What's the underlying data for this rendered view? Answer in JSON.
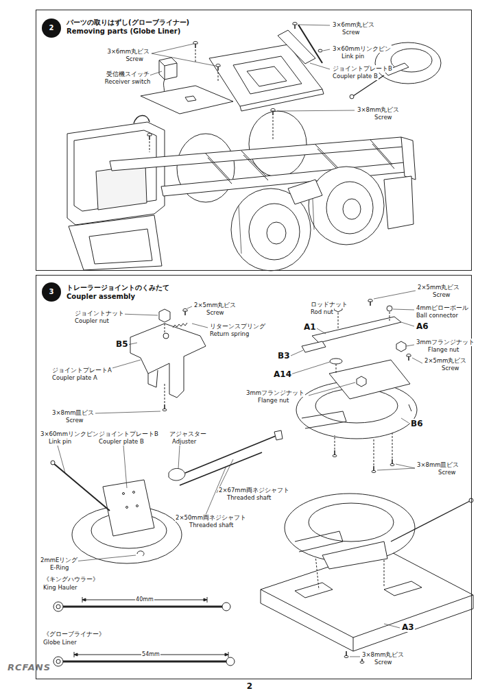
{
  "diagram": {
    "nodes": [
      {
        "text": [
          "パーツの取りはずし(グローブライナー)",
          "Removing parts (Globe Liner)"
        ]
      },
      {
        "text": [
          "2"
        ],
        "in": 0
      },
      {
        "text": [
          "トレーラージョイントのくみたて",
          "Coupler assembly"
        ]
      },
      {
        "text": [
          "3"
        ],
        "in": 2
      }
    ],
    "labels": [
      "3×6mm丸ビス",
      "Screw",
      "3×60mmリンクピン",
      "Link pin",
      "ジョイントプレートB",
      "Coupler plate B",
      "3×6mm丸ビス",
      "Screw",
      "受信機スイッチ",
      "Receiver switch",
      "3×8mm丸ビス",
      "Screw",
      "ジョイントナット",
      "Coupler nut",
      "2×5mm丸ビス",
      "Screw",
      "リターンスプリング",
      "Return spring",
      "B5",
      "ジョイントプレートA",
      "Coupler plate A",
      "3×8mm皿ビス",
      "Screw",
      "2×5mm丸ビス",
      "Screw",
      "ロッドナット",
      "Rod nut",
      "4mmピローボール",
      "Ball connector",
      "A1",
      "A6",
      "B3",
      "3mmフランジナット",
      "Flange nut",
      "2×5mm丸ビス",
      "Screw",
      "A14",
      "3mmフランジナット",
      "Flange nut",
      "B6",
      "3×8mm皿ビス",
      "Screw",
      "3×60mmリンクピン",
      "Link pin",
      "ジョイントプレートB",
      "Coupler plate B",
      "アジャスター",
      "Adjuster",
      "2×67mm両ネジシャフト",
      "Threaded shaft",
      "2×50mm両ネジシャフト",
      "Threaded shaft",
      "2mmEリング",
      "E-Ring",
      "《キングハウラー》",
      "King Hauler",
      "40mm",
      "《グローブライナー》",
      "Globe Liner",
      "54mm",
      "A3",
      "3×8mm丸ビス",
      "Screw",
      "2",
      "RCFANS"
    ]
  }
}
